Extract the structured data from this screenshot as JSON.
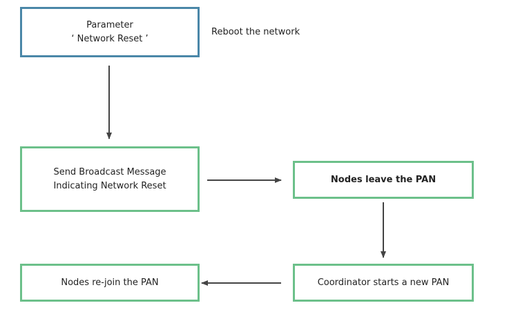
{
  "nodes": {
    "parameter": {
      "line1": "Parameter",
      "line2": "‘ Network Reset ’"
    },
    "parameter_note": "Reboot the network",
    "broadcast": {
      "line1": "Send Broadcast Message",
      "line2": "Indicating Network Reset"
    },
    "leave": "Nodes leave the PAN",
    "coordinator": "Coordinator starts a new PAN",
    "rejoin": "Nodes re-join the PAN"
  },
  "colors": {
    "start_border": "#4a87a8",
    "step_border": "#6cc08a",
    "arrow": "#444444"
  }
}
